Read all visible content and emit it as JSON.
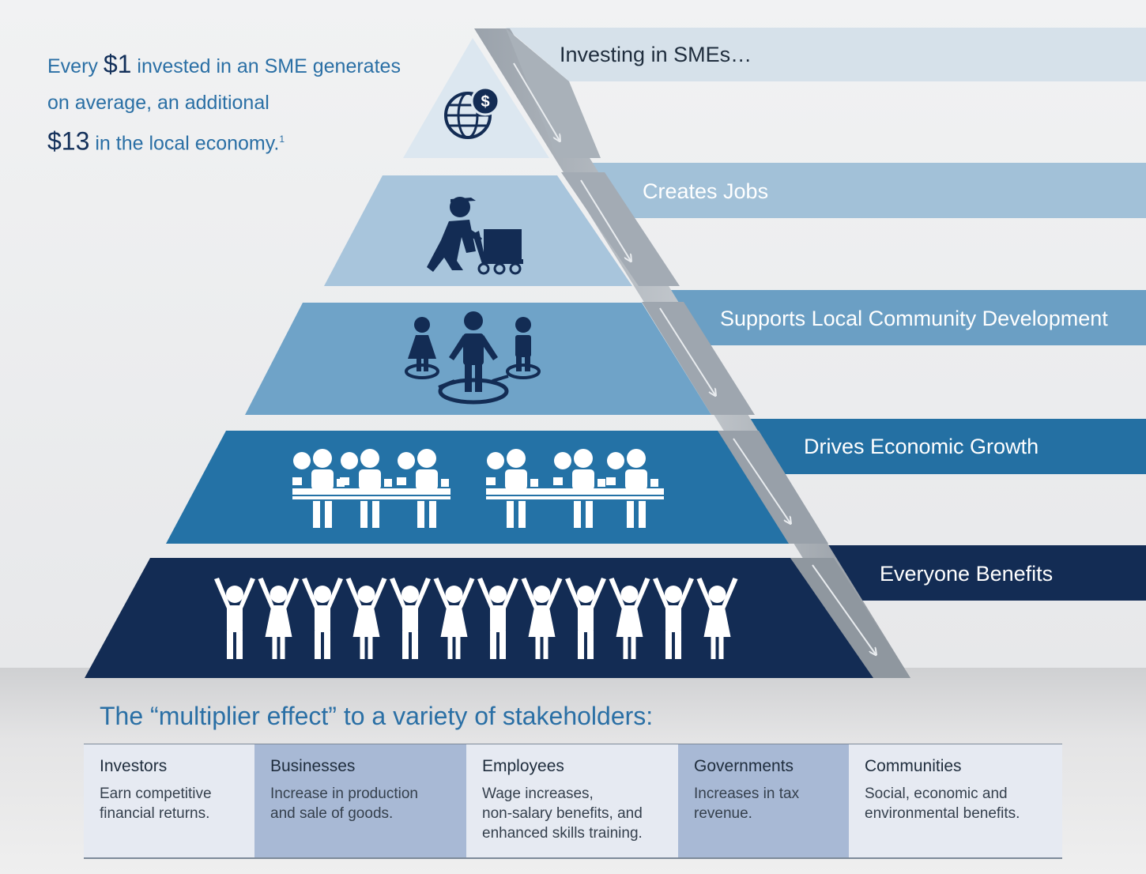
{
  "intro": {
    "prefix": "Every",
    "amount1": "$1",
    "middle": "invested in an SME generates on average, an additional",
    "amount2": "$13",
    "suffix": "in the local economy.",
    "footnote": "1"
  },
  "tiers": [
    {
      "label": "Investing in SMEs…",
      "icon": "globe-dollar-icon",
      "color": "#dbe6f0"
    },
    {
      "label": "Creates Jobs",
      "icon": "worker-cart-icon",
      "color": "#a9c6de"
    },
    {
      "label": "Supports Local Community Development",
      "icon": "community-people-icon",
      "color": "#6fa3c8"
    },
    {
      "label": "Drives Economic Growth",
      "icon": "factory-workers-icon",
      "color": "#2472a6"
    },
    {
      "label": "Everyone Benefits",
      "icon": "people-holding-hands-icon",
      "color": "#132c54"
    }
  ],
  "multiplier_title": "The “multiplier effect” to a variety of stakeholders:",
  "stakeholders": [
    {
      "name": "Investors",
      "desc": "Earn competitive\nfinancial returns.",
      "color": "#e6eaf2"
    },
    {
      "name": "Businesses",
      "desc": "Increase in production\nand sale of goods.",
      "color": "#a8b9d5"
    },
    {
      "name": "Employees",
      "desc": "Wage increases,\nnon-salary benefits, and\nenhanced skills training.",
      "color": "#e6eaf2"
    },
    {
      "name": "Governments",
      "desc": "Increases in tax\nrevenue.",
      "color": "#a8b9d5"
    },
    {
      "name": "Communities",
      "desc": "Social, economic and\nenvironmental benefits.",
      "color": "#e6eaf2"
    }
  ]
}
